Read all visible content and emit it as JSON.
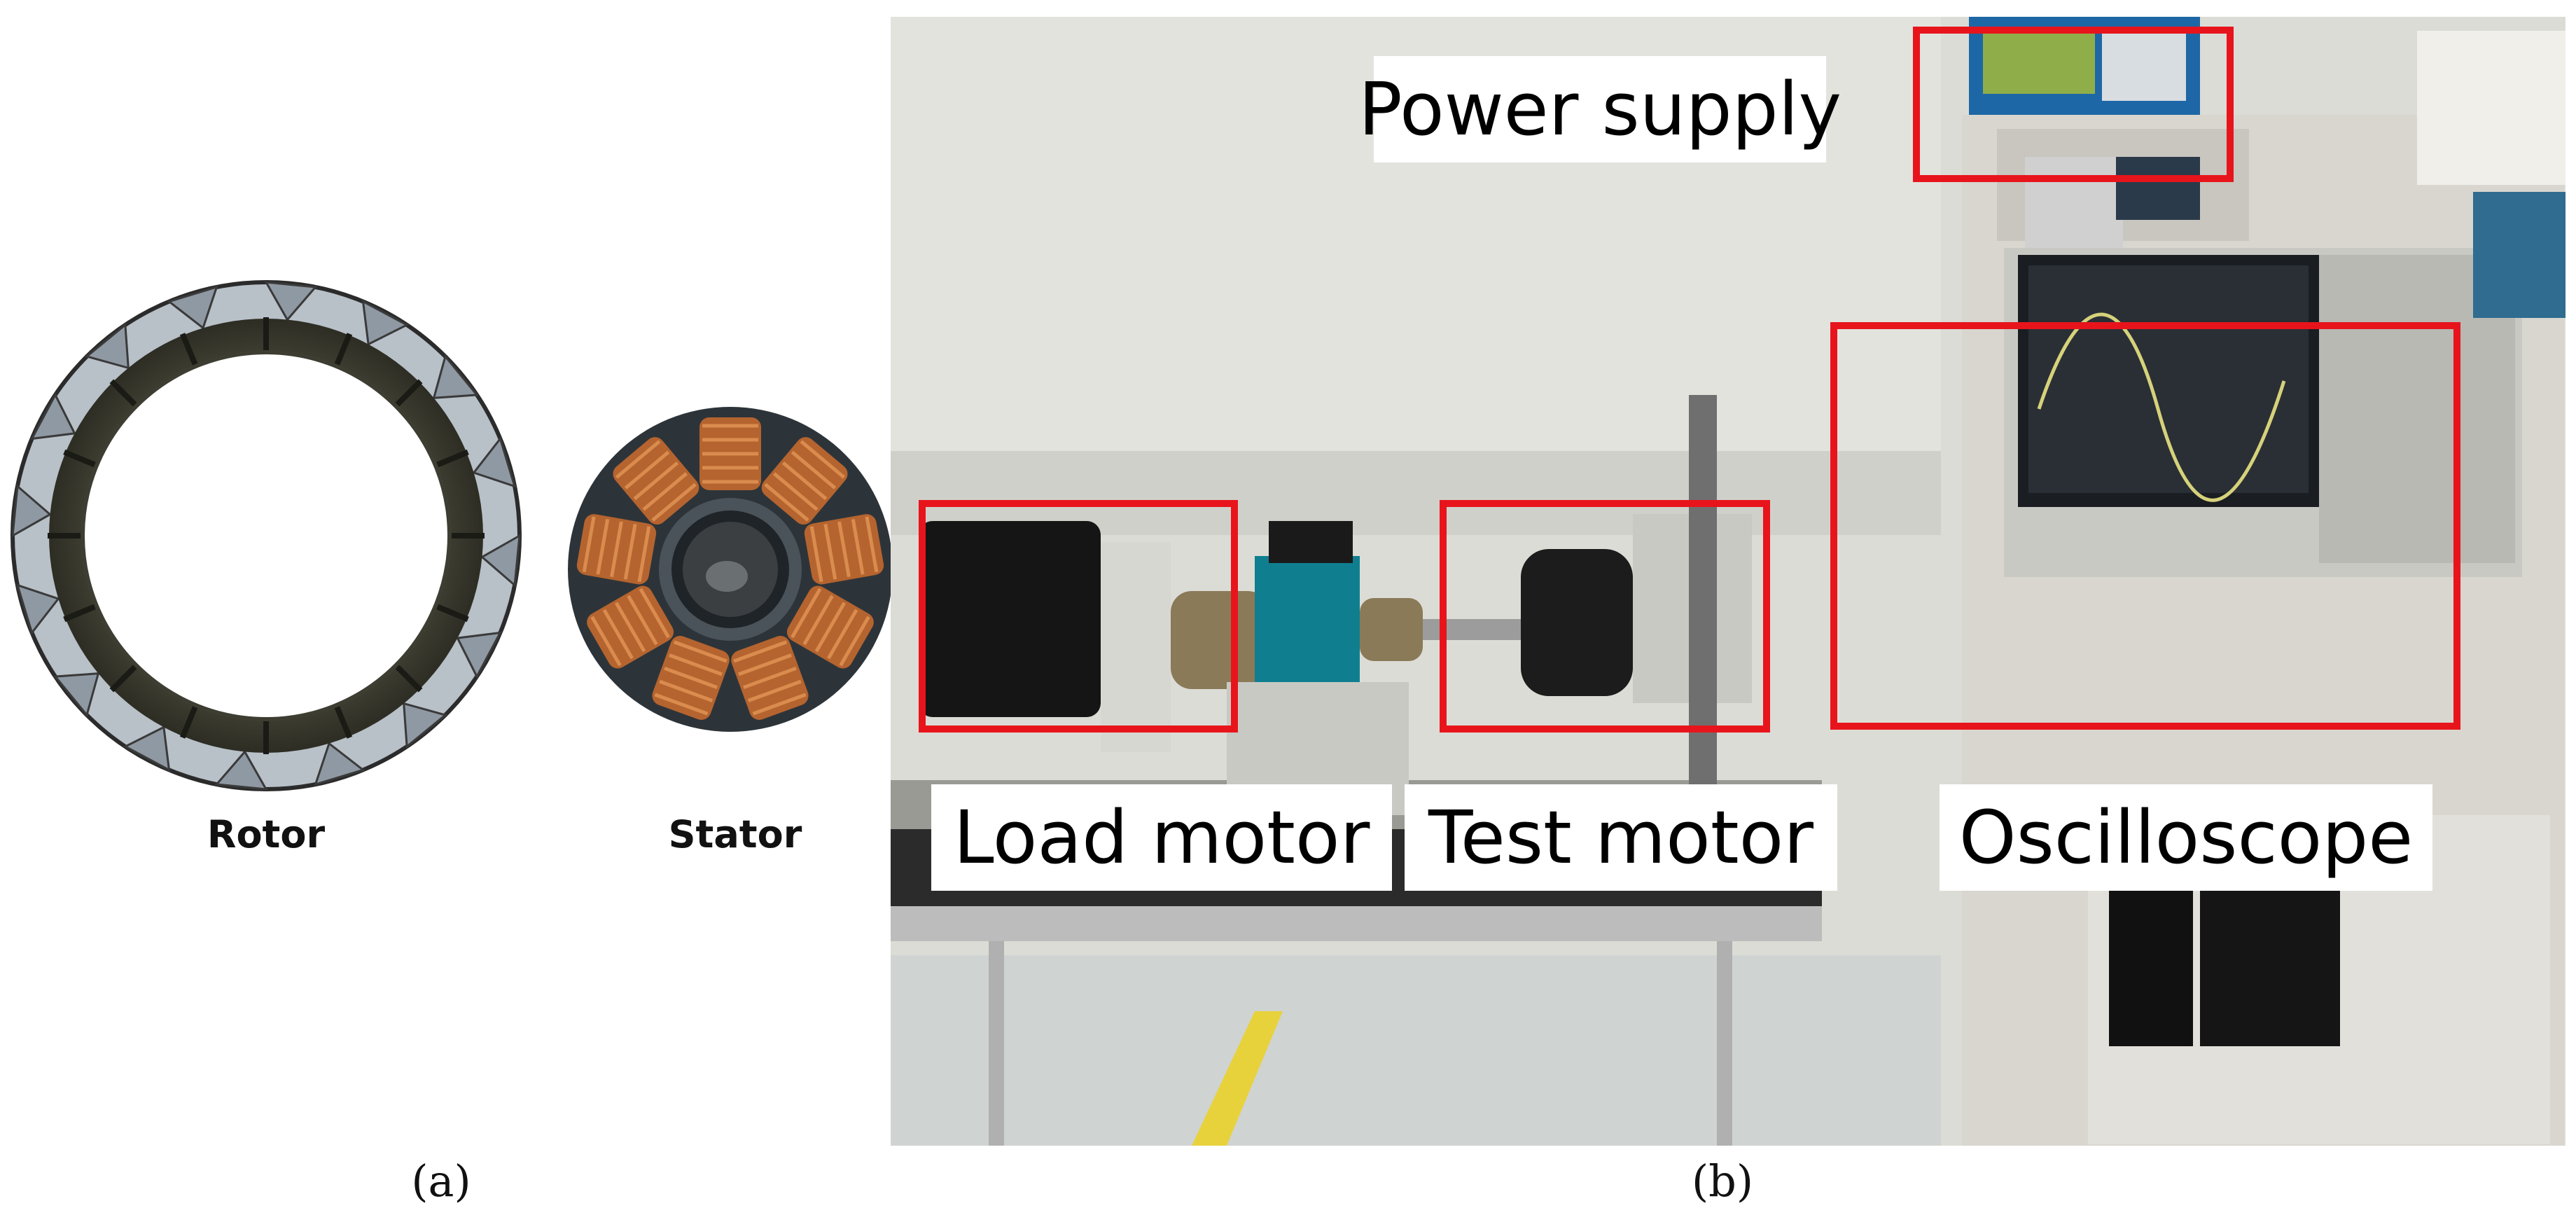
{
  "panel_a": {
    "rotor_label": "Rotor",
    "stator_label": "Stator",
    "caption": "(a)"
  },
  "panel_b": {
    "caption": "(b)",
    "labels": {
      "power_supply": "Power supply",
      "load_motor": "Load motor",
      "test_motor": "Test motor",
      "oscilloscope": "Oscilloscope"
    },
    "highlight_color": "#e8141c"
  }
}
